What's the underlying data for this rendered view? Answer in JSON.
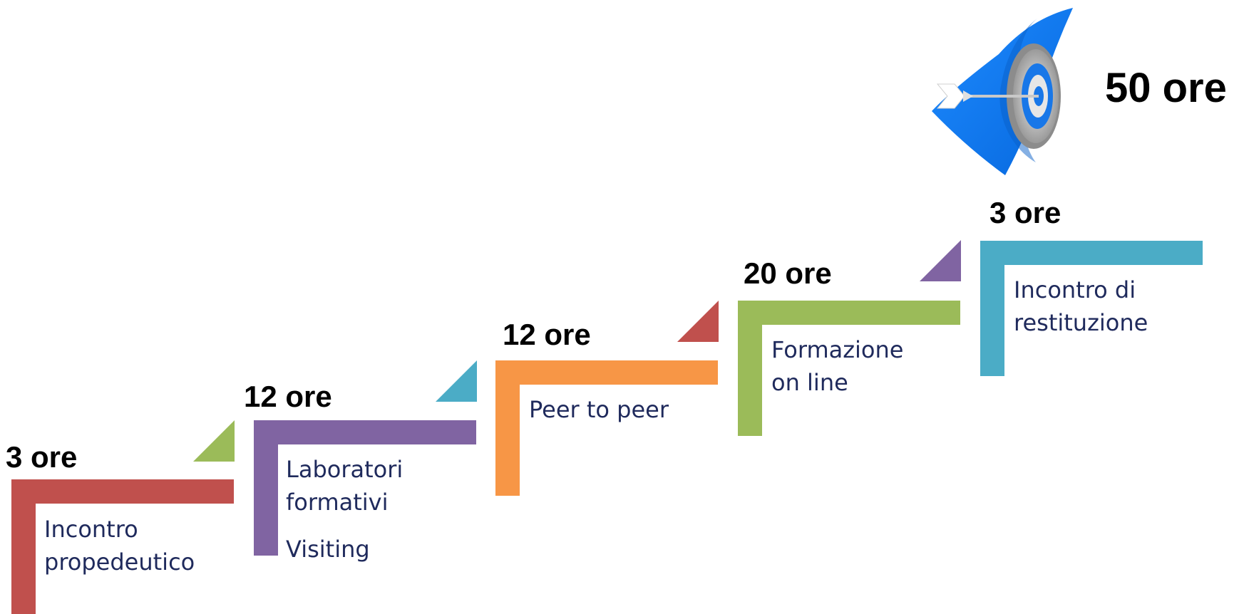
{
  "total": {
    "label": "50 ore"
  },
  "colors": {
    "red": "#c0504d",
    "purple": "#8064a2",
    "orange": "#f79646",
    "green": "#9bbb59",
    "teal": "#4bacc6",
    "blue": "#0a7cf5",
    "text": "#1f2a5c"
  },
  "steps": [
    {
      "hours": "3 ore",
      "lines": [
        "Incontro",
        "propedeutico"
      ]
    },
    {
      "hours": "12 ore",
      "lines": [
        "Laboratori",
        "formativi",
        "Visiting"
      ]
    },
    {
      "hours": "12 ore",
      "lines": [
        "Peer to peer"
      ]
    },
    {
      "hours": "20 ore",
      "lines": [
        "Formazione",
        "on line"
      ]
    },
    {
      "hours": "3 ore",
      "lines": [
        "Incontro di",
        "restituzione"
      ]
    }
  ],
  "target_icon": "bullseye-target-icon"
}
